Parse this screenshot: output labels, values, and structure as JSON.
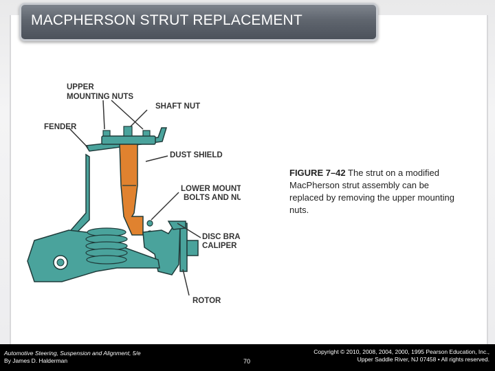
{
  "slide": {
    "title": "MACPHERSON STRUT REPLACEMENT"
  },
  "figure": {
    "labels": {
      "upper_mounting_nuts_1": "UPPER",
      "upper_mounting_nuts_2": "MOUNTING NUTS",
      "shaft_nut": "SHAFT NUT",
      "fender": "FENDER",
      "dust_shield": "DUST SHIELD",
      "lower_mounting_1": "LOWER MOUNTING",
      "lower_mounting_2": "BOLTS AND NUTS",
      "disc_brake_1": "DISC BRAKE",
      "disc_brake_2": "CALIPER",
      "rotor": "ROTOR"
    },
    "colors": {
      "teal": "#4aa39c",
      "orange": "#e0822f",
      "outline": "#1f3b3a"
    }
  },
  "caption": {
    "figure_number": "FIGURE 7–42",
    "text": " The strut on a modified MacPherson strut assembly can be replaced by removing the upper mounting nuts."
  },
  "footer": {
    "book_title": "Automotive Steering, Suspension and Alignment, 5/e",
    "author": "By James D. Halderman",
    "page_number": "70",
    "copyright_line1": "Copyright © 2010, 2008, 2004, 2000, 1995 Pearson Education, Inc.,",
    "copyright_line2": "Upper Saddle River, NJ 07458 • All rights reserved."
  }
}
